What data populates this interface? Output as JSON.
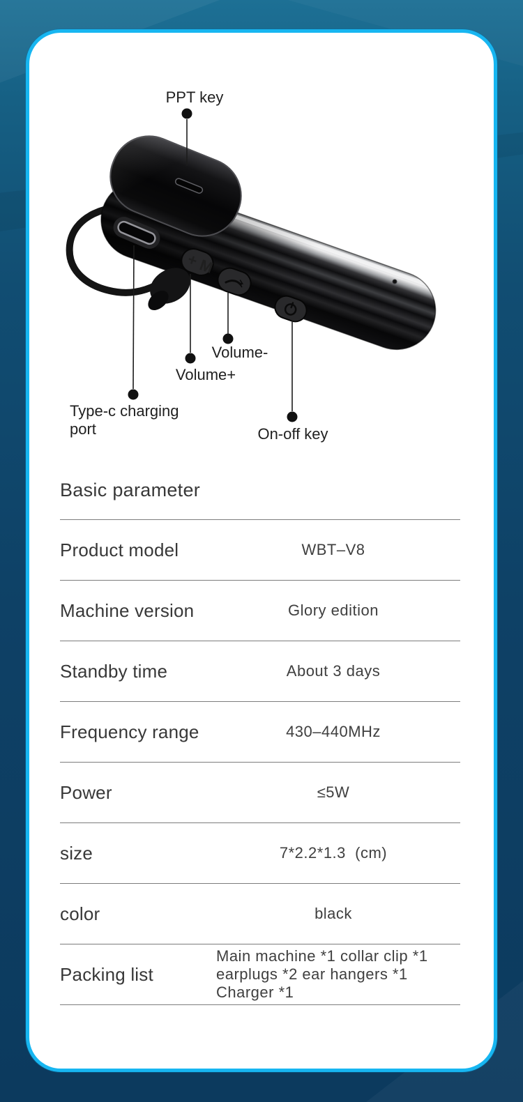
{
  "theme": {
    "bg_top": "#1d7095",
    "bg_bottom": "#0c3a5e",
    "card_border": "#17b6f1",
    "card_bg": "#ffffff",
    "text_dark": "#383838",
    "divider": "#7c7c7c",
    "callout_ink": "#1f1f1f"
  },
  "figure": {
    "device": "black-wireless-mono-headset",
    "callouts": {
      "ppt": {
        "label": "PPT key"
      },
      "volume_minus": {
        "label": "Volume-"
      },
      "volume_plus": {
        "label": "Volume+"
      },
      "type_c": {
        "line1": "Type-c charging",
        "line2": "port"
      },
      "on_off": {
        "label": "On-off key"
      }
    }
  },
  "spec_table": {
    "heading": "Basic parameter",
    "rows": [
      {
        "label": "Product model",
        "value": "WBT–V8"
      },
      {
        "label": "Machine version",
        "value": "Glory edition"
      },
      {
        "label": "Standby time",
        "value": "About 3 days"
      },
      {
        "label": "Frequency range",
        "value": "430–440MHz"
      },
      {
        "label": "Power",
        "value": "≤5W"
      },
      {
        "label": "size",
        "value": "7*2.2*1.3  (cm)"
      },
      {
        "label": "color",
        "value": "black"
      },
      {
        "label": "Packing list",
        "value": "Main machine *1 collar clip *1 earplugs *2 ear hangers *1 Charger *1"
      }
    ]
  }
}
